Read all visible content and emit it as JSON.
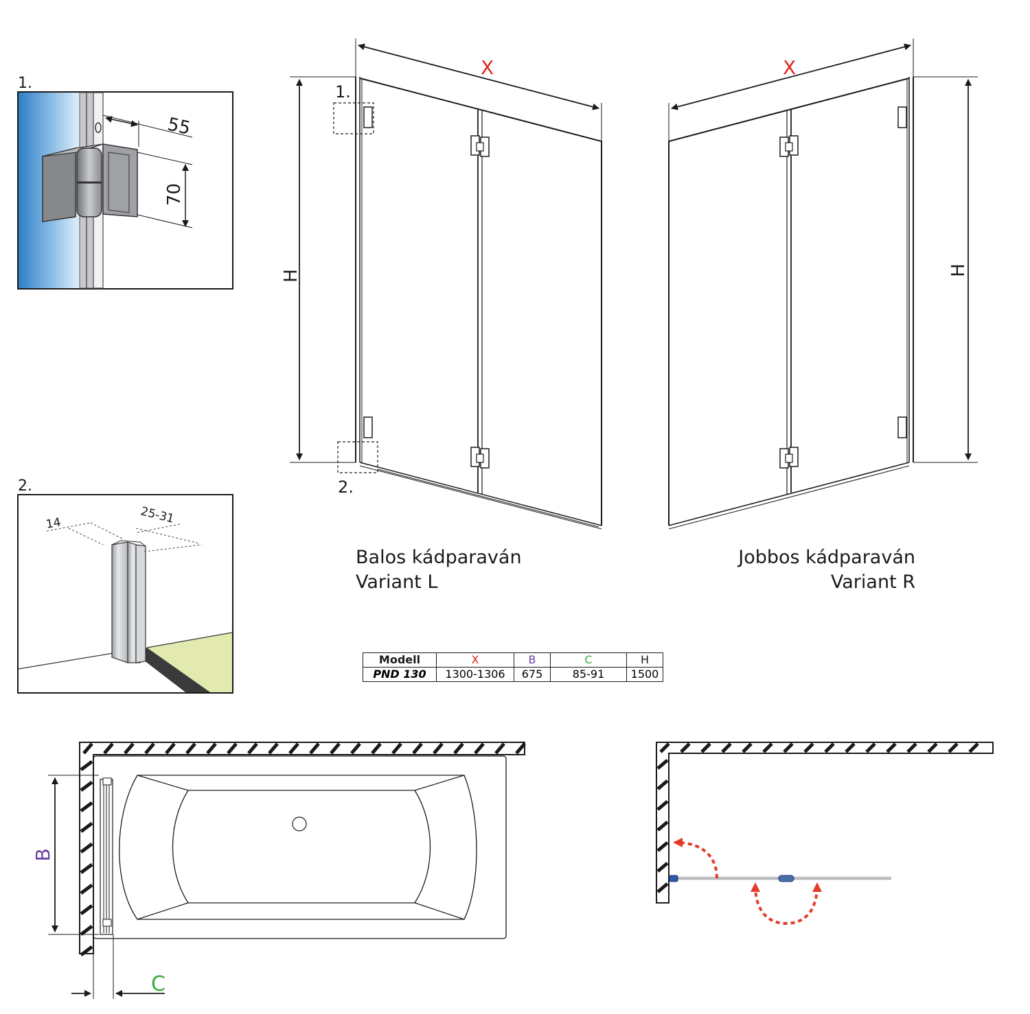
{
  "detail_1": {
    "number": "1.",
    "dim_width": "55",
    "dim_height": "70"
  },
  "detail_2": {
    "number": "2.",
    "dim_a": "14",
    "dim_b": "25-31"
  },
  "front_left": {
    "label_x": "X",
    "label_h": "H",
    "callout_1": "1.",
    "callout_2": "2."
  },
  "front_right": {
    "label_x": "X",
    "label_h": "H"
  },
  "variant_left": {
    "line1": "Balos kádparaván",
    "line2": "Variant L"
  },
  "variant_right": {
    "line1": "Jobbos kádparaván",
    "line2": "Variant R"
  },
  "table": {
    "headers": [
      {
        "text": "Modell",
        "color": "#1a1a1a"
      },
      {
        "text": "X",
        "color": "#e1251b"
      },
      {
        "text": "B",
        "color": "#6a3fa0"
      },
      {
        "text": "C",
        "color": "#3aaa35"
      },
      {
        "text": "H",
        "color": "#1a1a1a"
      }
    ],
    "rows": [
      [
        "PND 130",
        "1300-1306",
        "675",
        "85-91",
        "1500"
      ]
    ]
  },
  "plan_left": {
    "label_b": "B",
    "label_c": "C"
  },
  "colors": {
    "dim_x": "#e1251b",
    "dim_b": "#6a3fa0",
    "dim_c": "#3aaa35",
    "arrow": "#e53a2a",
    "wall_blue": "#2e7fc8",
    "floor_green": "#e3eab0"
  }
}
